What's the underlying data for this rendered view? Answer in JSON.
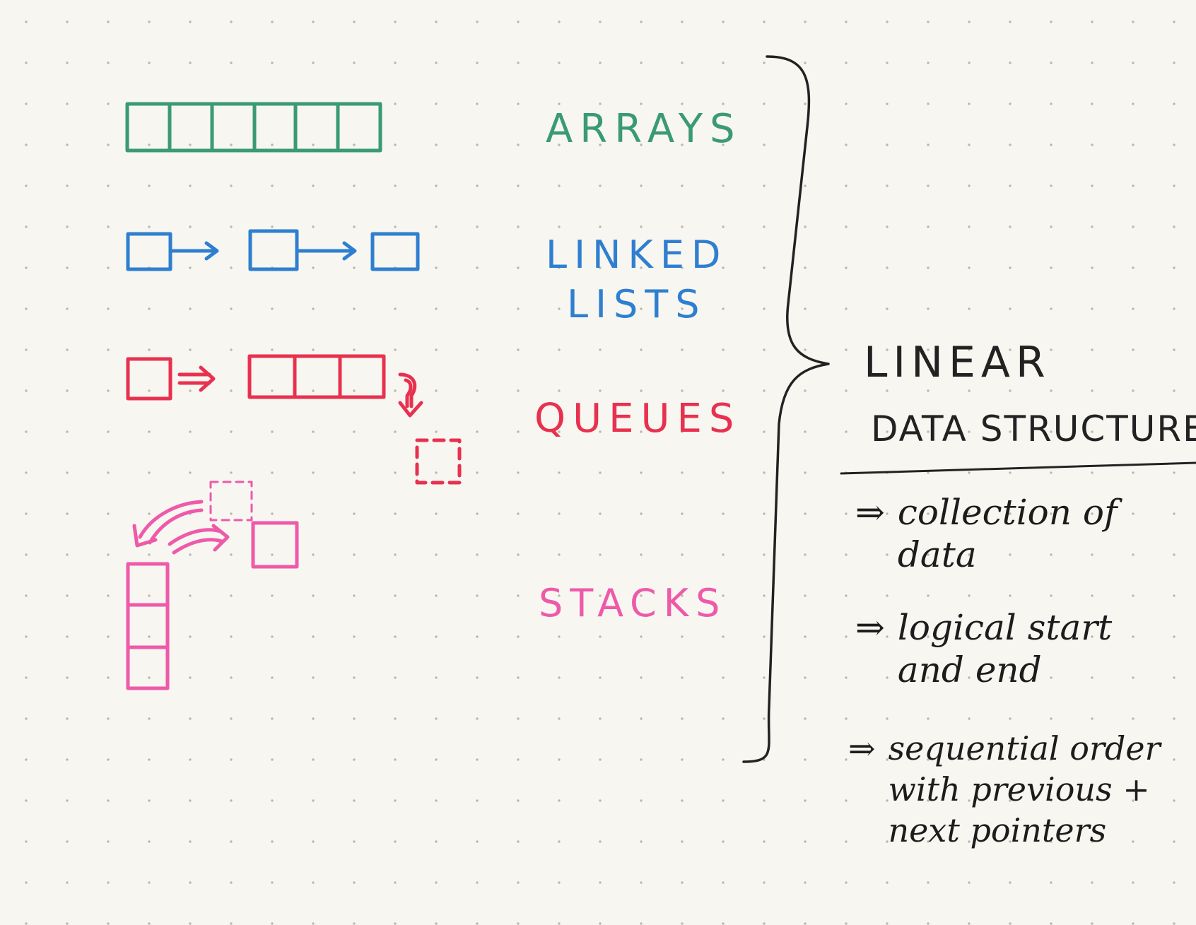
{
  "colors": {
    "arrays": "#3a9a74",
    "linked_lists": "#2f7fd0",
    "queues": "#e8314f",
    "stacks": "#ee5aa9",
    "ink": "#222222"
  },
  "structures": [
    {
      "name": "ARRAYS",
      "color": "#3a9a74",
      "icon": "array-cells-icon"
    },
    {
      "name": "LINKED\nLISTS",
      "color": "#2f7fd0",
      "icon": "linked-nodes-icon"
    },
    {
      "name": "QUEUES",
      "color": "#e8314f",
      "icon": "queue-icon"
    },
    {
      "name": "STACKS",
      "color": "#ee5aa9",
      "icon": "stack-icon"
    }
  ],
  "group": {
    "title_line1": "LINEAR",
    "title_line2": "DATA STRUCTURES"
  },
  "notes": [
    {
      "arrow": "⇒",
      "text": "collection of\ndata"
    },
    {
      "arrow": "⇒",
      "text": "logical start\nand end"
    },
    {
      "arrow": "⇒",
      "text": "sequential order\nwith previous +\nnext pointers"
    }
  ]
}
